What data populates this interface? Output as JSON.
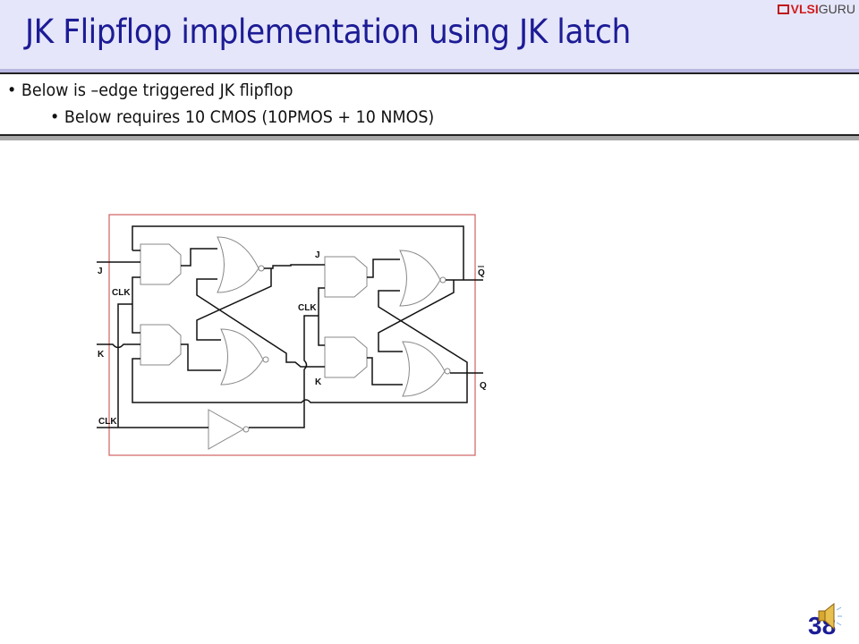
{
  "header": {
    "title": "JK Flipflop implementation using JK latch",
    "logo_text_1": "VLSI",
    "logo_text_2": "GURU"
  },
  "bullets": {
    "level1": "Below is –edge triggered JK flipflop",
    "level2": "Below requires 10 CMOS (10PMOS + 10 NMOS)"
  },
  "diagram": {
    "labels": {
      "j_in": "J",
      "clk_1": "CLK",
      "k_in": "K",
      "clk_in": "CLK",
      "j_slave": "J",
      "clk_slave": "CLK",
      "k_slave": "K",
      "q_bar": "Q",
      "q": "Q"
    },
    "border_color": "#d06060"
  },
  "footer": {
    "slide_number": "38",
    "audio_icon": "speaker-icon"
  },
  "colors": {
    "title": "#1c1c96",
    "header_bg": "#e6e6fa"
  }
}
